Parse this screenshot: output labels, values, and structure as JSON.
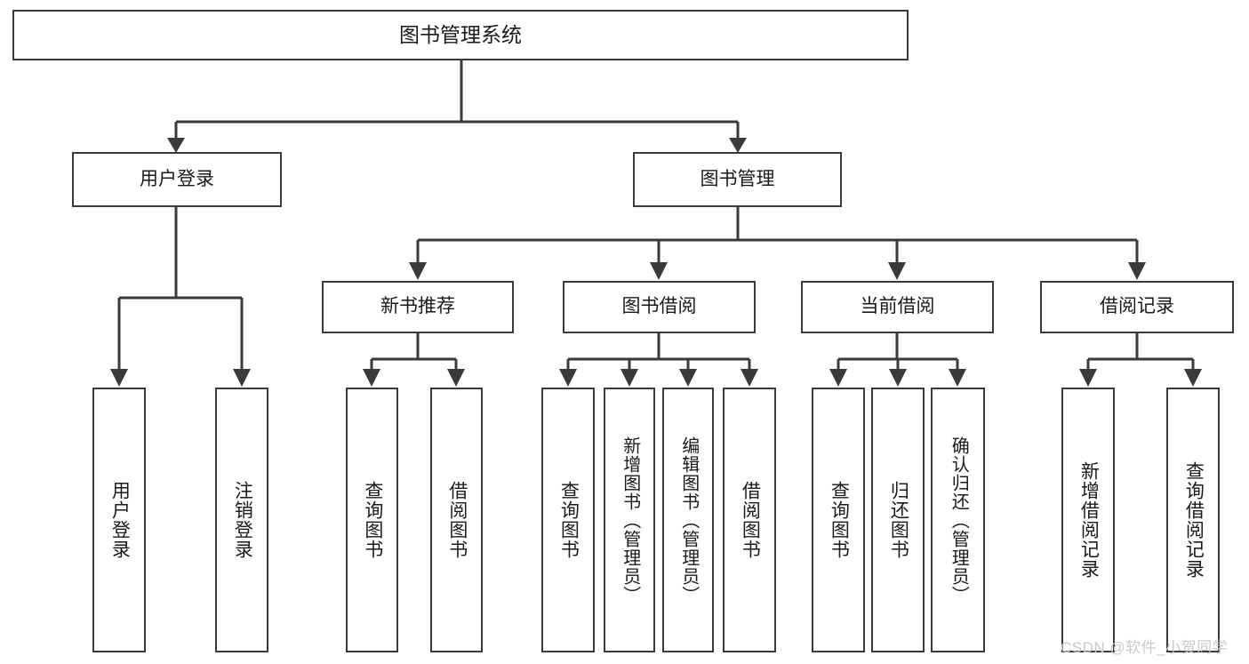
{
  "diagram": {
    "title": "图书管理系统",
    "type": "tree",
    "watermark": "CSDN @软件_小贺同学",
    "accent_color": "#3a3a3a",
    "background_color": "#ffffff",
    "nodes": {
      "root": {
        "label": "图书管理系统"
      },
      "level1": [
        {
          "id": "user-login",
          "label": "用户登录"
        },
        {
          "id": "book-manage",
          "label": "图书管理"
        }
      ],
      "level2": [
        {
          "id": "new-book-recommend",
          "label": "新书推荐"
        },
        {
          "id": "book-borrow",
          "label": "图书借阅"
        },
        {
          "id": "current-borrow",
          "label": "当前借阅"
        },
        {
          "id": "borrow-record",
          "label": "借阅记录"
        }
      ],
      "leaves": {
        "user_login": [
          {
            "id": "leaf-user-login",
            "label": "用户登录"
          },
          {
            "id": "leaf-user-logout",
            "label": "注销登录"
          }
        ],
        "new_book_recommend": [
          {
            "id": "leaf-query-book-1",
            "label": "查询图书"
          },
          {
            "id": "leaf-borrow-book-1",
            "label": "借阅图书"
          }
        ],
        "book_borrow": [
          {
            "id": "leaf-query-book-2",
            "label": "查询图书"
          },
          {
            "id": "leaf-add-book",
            "label": "新增图书（管理员）"
          },
          {
            "id": "leaf-edit-book",
            "label": "编辑图书（管理员）"
          },
          {
            "id": "leaf-borrow-book-2",
            "label": "借阅图书"
          }
        ],
        "current_borrow": [
          {
            "id": "leaf-query-book-3",
            "label": "查询图书"
          },
          {
            "id": "leaf-return-book",
            "label": "归还图书"
          },
          {
            "id": "leaf-confirm-return",
            "label": "确认归还（管理员）"
          }
        ],
        "borrow_record": [
          {
            "id": "leaf-add-record",
            "label": "新增借阅记录"
          },
          {
            "id": "leaf-query-record",
            "label": "查询借阅记录"
          }
        ]
      }
    }
  }
}
